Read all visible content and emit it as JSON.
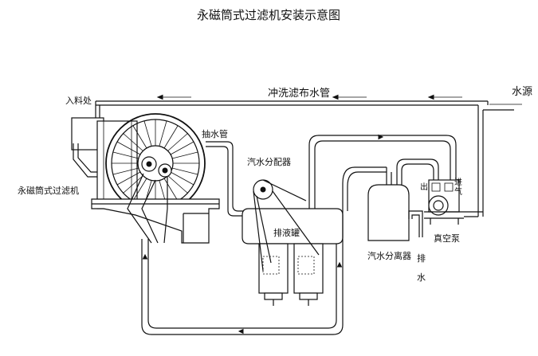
{
  "title": "永磁筒式过滤机安装示意图",
  "labels": {
    "flush_pipe": "冲洗滤布水管",
    "water_source": "水源",
    "inlet": "入料处",
    "filter_machine": "永磁筒式过滤机",
    "suction_pipe": "抽水管",
    "steam_water_distributor": "汽水分配器",
    "drain_tank": "排液罐",
    "steam_water_separator": "汽水分离器",
    "drain_water_1": "排",
    "drain_water_2": "水",
    "vacuum_pump": "真空泵",
    "outlet": "出",
    "intake_1": "进",
    "intake_2": "气"
  }
}
